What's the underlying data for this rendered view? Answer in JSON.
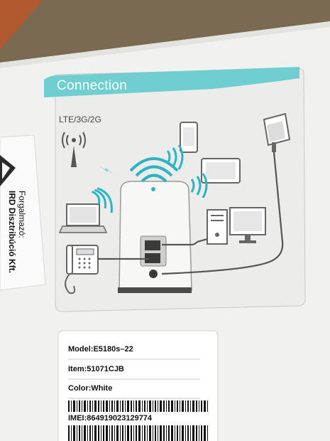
{
  "diagram": {
    "title": "Connection",
    "network_label": "LTE/3G/2G",
    "icons": [
      "antenna-tower-icon",
      "lightning-icon",
      "smartphone-icon",
      "tablet-icon",
      "laptop-icon",
      "router-icon",
      "wifi-icon",
      "desktop-pc-icon",
      "monitor-icon",
      "phone-icon",
      "power-adapter-icon"
    ]
  },
  "sticker": {
    "line1": "Forgalmazó:",
    "line2": "IRD Disztribúció Kft."
  },
  "label": {
    "model": "Model:E5180s–22",
    "item": "Item:51071CJB",
    "color": "Color:White",
    "imei": "IMEI:864919023129774"
  },
  "colors": {
    "teal": "#6fcfd0",
    "wifi": "#2bb5c3",
    "box": "#f2f2f0",
    "background_wood": "#6b5a44"
  }
}
